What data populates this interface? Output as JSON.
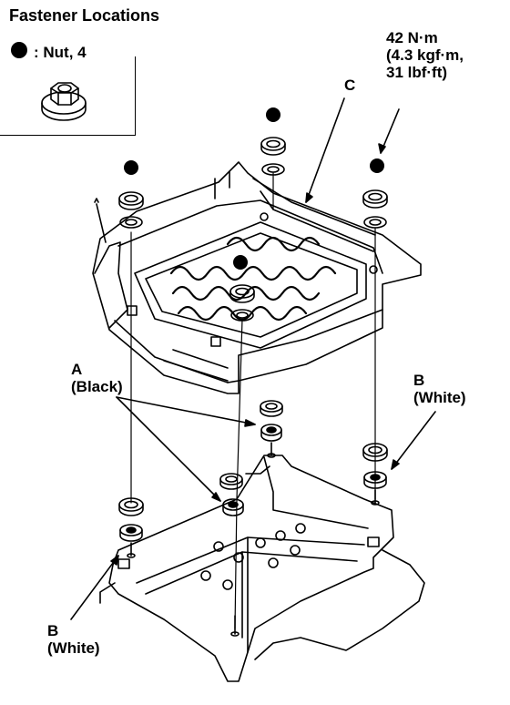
{
  "title": "Fastener Locations",
  "legend": {
    "symbol": "black-dot",
    "text": ": Nut, 4"
  },
  "torque": {
    "line1": "42 N·m",
    "line2": "(4.3 kgf·m,",
    "line3": "31 lbf·ft)"
  },
  "labels": {
    "c": "C",
    "a_letter": "A",
    "a_color": "(Black)",
    "b_right_letter": "B",
    "b_right_color": "(White)",
    "b_left_letter": "B",
    "b_left_color": "(White)"
  },
  "colors": {
    "ink": "#000000",
    "paper": "#ffffff"
  }
}
